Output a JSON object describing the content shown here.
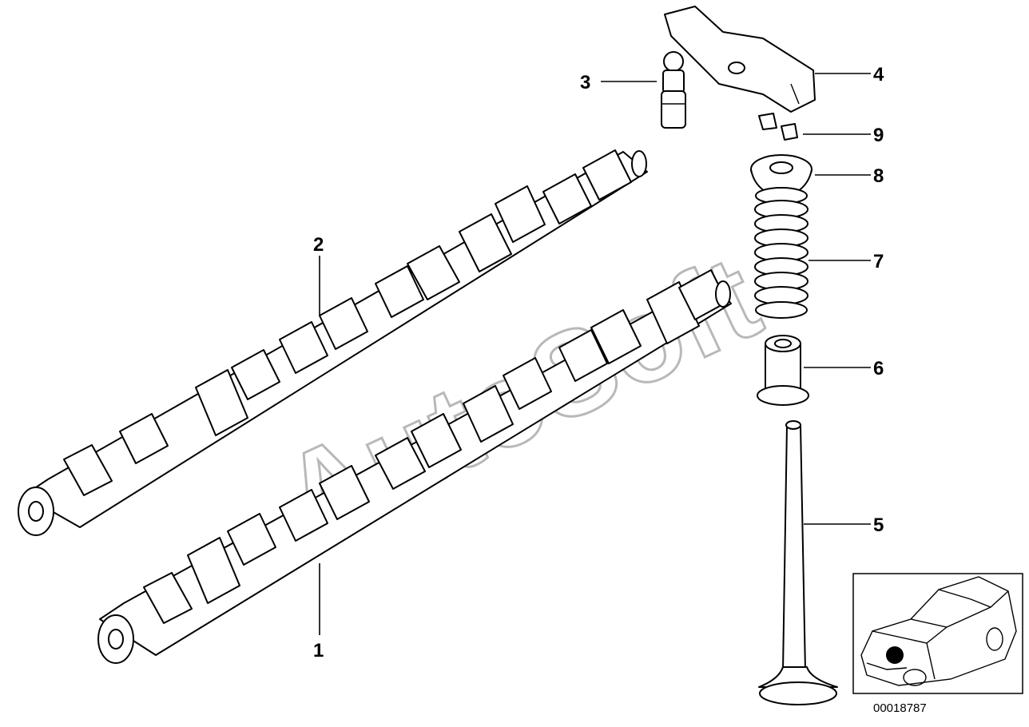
{
  "diagram": {
    "callouts": [
      {
        "id": "1",
        "label": "1"
      },
      {
        "id": "2",
        "label": "2"
      },
      {
        "id": "3",
        "label": "3"
      },
      {
        "id": "4",
        "label": "4"
      },
      {
        "id": "5",
        "label": "5"
      },
      {
        "id": "6",
        "label": "6"
      },
      {
        "id": "7",
        "label": "7"
      },
      {
        "id": "8",
        "label": "8"
      },
      {
        "id": "9",
        "label": "9"
      }
    ],
    "reference_code": "00018787",
    "watermark": "AutoSoft"
  },
  "colors": {
    "line": "#000000",
    "watermark": "#b8b8b8",
    "background": "#ffffff"
  }
}
